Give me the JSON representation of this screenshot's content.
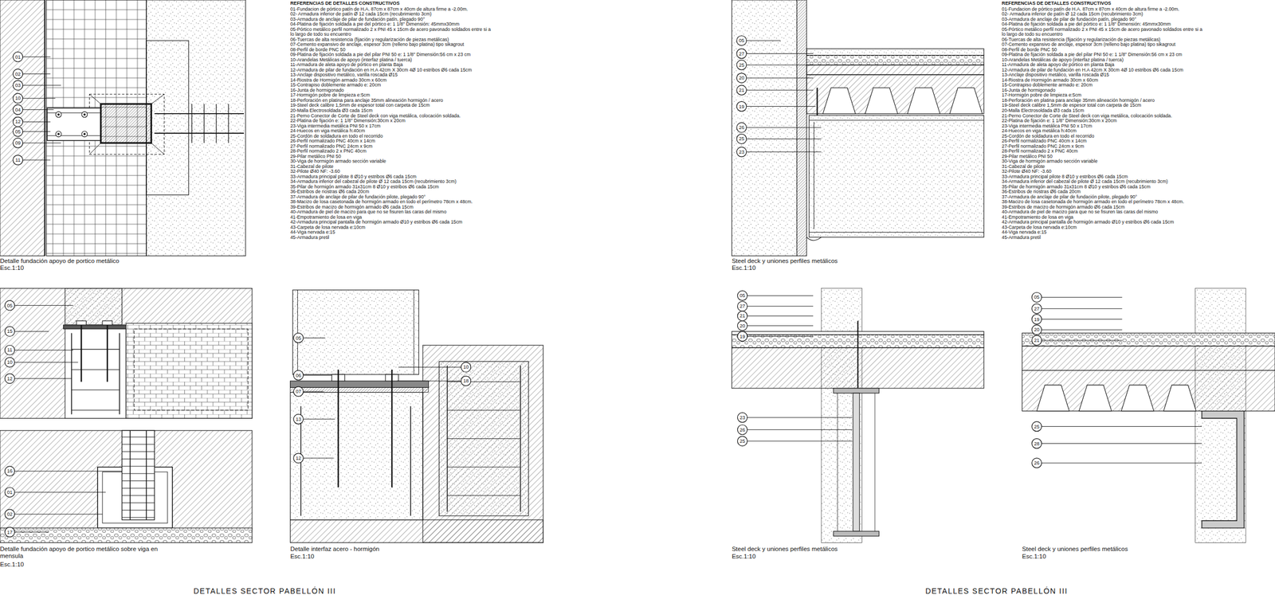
{
  "diagram": {
    "title": "DETALLES SECTOR PABELLÓN III",
    "labels": [
      "REFERENCIAS DE DETALLES CONSTRUCTIVOS",
      "01-Fundacion de pórtico patín de H.A. 87cm x 87cm x 40cm de altura firme a -2.00m.",
      "02- Armadura inferior de patín Ø 12 cada 15cm (recubrimiento 3cm)",
      "03-Armadura de anclaje de pilar de fundación patín, plegado 90°",
      "04-Platina de fijación soldada a pie del pórtico e: 1 1/8\" Dimensión: 45mmx30mm",
      "05-Pórtico metálico perfil normalizado 2 x PNI 45 x 15cm de acero pavonado soldados entre si a",
      "lo largo de todo su encuentro",
      "06-Tuercas de alta resistencia (fijación y regularización de piezas metálicas)",
      "07-Cemento expansivo de anclaje, espesor 3cm (relleno bajo platina) tipo sikagrout",
      "08-Perfil de borde PNC 50",
      "09-Platina de fijación soldada a pie del pilar PNI 50 e: 1 1/8\" Dimensión:56 cm x 23 cm",
      "10-Arandelas Metálicas de apoyo (interfaz platina / tuerca)",
      "11-Armadura de aleta apoyo de pórtico en planta Baja",
      "12-Armadura de pilar de fundación en H.A 42cm X 30cm 4Ø 10 estribos Ø6 cada 15cm",
      "13-Anclaje dispositivo metálico, varilla roscada Ø15",
      "14-Riostra de Hormigón armado 30cm x 60cm",
      "15-Contrapiso doblemente armado e: 20cm",
      "16-Junta de hormigonado",
      "17-Hormigón pobre de limpieza e:5cm",
      "18-Perforación en platina para anclaje 35mm alineación hormigón / acero",
      "19-Steel deck calibre 1,5mm de espesor total con carpeta de 15cm",
      "20-Malla Electrosoldada Ø3 cada 15cm",
      "21-Perno Conector de Corte de Steel deck con viga metálica, colocación soldada.",
      "22-Platina de fijación e: 1 1/8\" Dimensión:30cm x 20cm",
      "23-Viga intermedia metálica PNI 50 x 17cm",
      "24-Huecos en viga metálica h:40cm",
      "25-Cordón de soldadura en todo el recorrido",
      "26-Perfil normalizado PNC 40cm x 14cm",
      "27-Perfil normalizado PNC 24cm x 9cm",
      "28-Perfil normalizado 2 x PNC 40cm",
      "29-Pilar metálico PNI 50",
      "30-Viga de hormigón armado sección variable",
      "31-Cabezal de pilote",
      "32-Pilote Ø40 NF: -3.60",
      "33-Armadura principal pilote 8 Ø10 y estribos Ø6 cada 15cm",
      "34-Armadura inferior del cabezal de pilote Ø 12 cada 15cm (recubrimiento 3cm)",
      "35-Pilar de hormigón armado 31x31cm 8 Ø10 y estribos Ø6 cada 15cm",
      "36-Estribos de riostras Ø6 cada 20cm",
      "37-Armadura de anclaje de pilar de fundación pilote, plegado 90°",
      "38-Macizo de losa casetonada de hormigón armado en todo el perímetro 78cm x 48cm.",
      "39-Estribos de macizo de hormigón armado Ø6 cada 15cm",
      "40-Armadura de piel de macizo para que no se fisuren las caras del mismo",
      "41-Empotramiento de losa en viga",
      "42-Armadura principal pantalla de hormigón armado Ø10 y estribos Ø6 cada 15cm",
      "43-Carpeta de losa nervada e:10cm",
      "44-Viga nervada e:15",
      "45-Armadura pretil",
      "Detalle fundación apoyo de portico metálico",
      "Esc.1:10",
      "01",
      "02",
      "03",
      "10",
      "04",
      "12",
      "05",
      "09",
      "11",
      "REFERENCIAS DE DETALLES CONSTRUCTIVOS",
      "01-Fundacion de pórtico patín de H.A. 87cm x 87cm x 40cm de altura firme a -2.00m.",
      "02- Armadura inferior de patín Ø 12 cada 15cm (recubrimiento 3cm)",
      "03-Armadura de anclaje de pilar de fundación patín, plegado 90°",
      "04-Platina de fijación soldada a pie del pórtico e: 1 1/8\" Dimensión: 45mmx30mm",
      "05-Pórtico metálico perfil normalizado 2 x PNI 45 x 15cm de acero pavonado soldados entre si a",
      "lo largo de todo su encuentro",
      "06-Tuercas de alta resistencia (fijación y regularización de piezas metálicas)",
      "07-Cemento expansivo de anclaje, espesor 3cm (relleno bajo platina) tipo sikagrout",
      "08-Perfil de borde PNC 50",
      "09-Platina de fijación soldada a pie del pilar PNI 50 e: 1 1/8\" Dimensión:56 cm x 23 cm",
      "10-Arandelas Metálicas de apoyo (interfaz platina / tuerca)",
      "11-Armadura de aleta apoyo de pórtico en planta Baja",
      "12-Armadura de pilar de fundación en H.A 42cm X 30cm 4Ø 10 estribos Ø6 cada 15cm",
      "13-Anclaje dispositivo metálico, varilla roscada Ø15",
      "14-Riostra de Hormigón armado 30cm x 60cm",
      "15-Contrapiso doblemente armado e: 20cm",
      "16-Junta de hormigonado",
      "17-Hormigón pobre de limpieza e:5cm",
      "18-Perforación en platina para anclaje 35mm alineación hormigón / acero",
      "19-Steel deck calibre 1,5mm de espesor total con carpeta de 15cm",
      "20-Malla Electrosoldada Ø3 cada 15cm",
      "21-Perno Conector de Corte de Steel deck con viga metálica, colocación soldada.",
      "22-Platina de fijación e: 1 1/8\" Dimensión:30cm x 20cm",
      "23-Viga intermedia metálica PNI 50 x 17cm",
      "24-Huecos en viga metálica h:40cm",
      "25-Cordón de soldadura en todo el recorrido",
      "26-Perfil normalizado PNC 40cm x 14cm",
      "27-Perfil normalizado PNC 24cm x 9cm",
      "28-Perfil normalizado 2 x PNC 40cm",
      "29-Pilar metálico PNI 50",
      "30-Viga de hormigón armado sección variable",
      "31-Cabezal de pilote",
      "32-Pilote Ø40 NF: -3.60",
      "33-Armadura principal pilote 8 Ø10 y estribos Ø6 cada 15cm",
      "34-Armadura inferior del cabezal de pilote Ø 12 cada 15cm (recubrimiento 3cm)",
      "35-Pilar de hormigón armado 31x31cm 8 Ø10 y estribos Ø6 cada 15cm",
      "36-Estribos de riostras Ø6 cada 20cm",
      "37-Armadura de anclaje de pilar de fundación pilote, plegado 90°",
      "38-Macizo de losa casetonada de hormigón armado en todo el perímetro 78cm x 48cm.",
      "39-Estribos de macizo de hormigón armado Ø6 cada 15cm",
      "40-Armadura de piel de macizo para que no se fisuren las caras del mismo",
      "41-Empotramiento de losa en viga",
      "42-Armadura principal pantalla de hormigón armado Ø10 y estribos Ø6 cada 15cm",
      "43-Carpeta de losa nervada e:10cm",
      "44-Viga nervada e:15",
      "45-Armadura pretil",
      "Steel deck y uniones perfiles metálicos",
      "Esc.1:10",
      "05",
      "27",
      "25",
      "20",
      "21",
      "19",
      "26",
      "25",
      "23",
      "05",
      "15",
      "11",
      "10",
      "12",
      "16",
      "01",
      "02",
      "17",
      "Detalle fundación apoyo de portico metálico sobre viga en mensula",
      "Esc.1:10",
      "Detalle interfaz acero - hormigón",
      "Esc.1:10",
      "05",
      "06",
      "07",
      "13",
      "12",
      "10",
      "18",
      "05",
      "27",
      "21",
      "20",
      "19",
      "23",
      "26",
      "25",
      "Steel deck y uniones perfiles metálicos",
      "Esc.1:10",
      "05",
      "27",
      "19",
      "20",
      "21",
      "25",
      "28",
      "26",
      "Steel deck y uniones perfiles metálicos",
      "Esc.1:10",
      "DETALLES SECTOR PABELLÓN III"
    ]
  }
}
